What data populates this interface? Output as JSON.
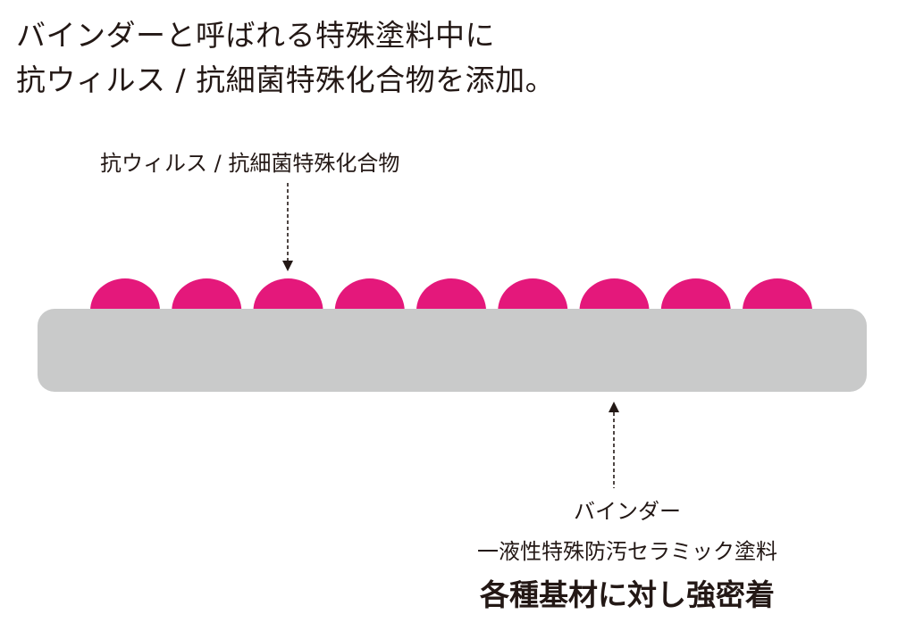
{
  "heading": {
    "line1": "バインダーと呼ばれる特殊塗料中に",
    "line2": "抗ウィルス / 抗細菌特殊化合物を添加。"
  },
  "top_label": "抗ウィルス / 抗細菌特殊化合物",
  "bottom_labels": {
    "binder": "バインダー",
    "coating": "一液性特殊防汚セラミック塗料",
    "adhesion": "各種基材に対し強密着"
  },
  "colors": {
    "particle": "#e4187b",
    "base_layer": "#c9caca",
    "text": "#231815",
    "arrow": "#231815"
  },
  "particle_count": 9
}
